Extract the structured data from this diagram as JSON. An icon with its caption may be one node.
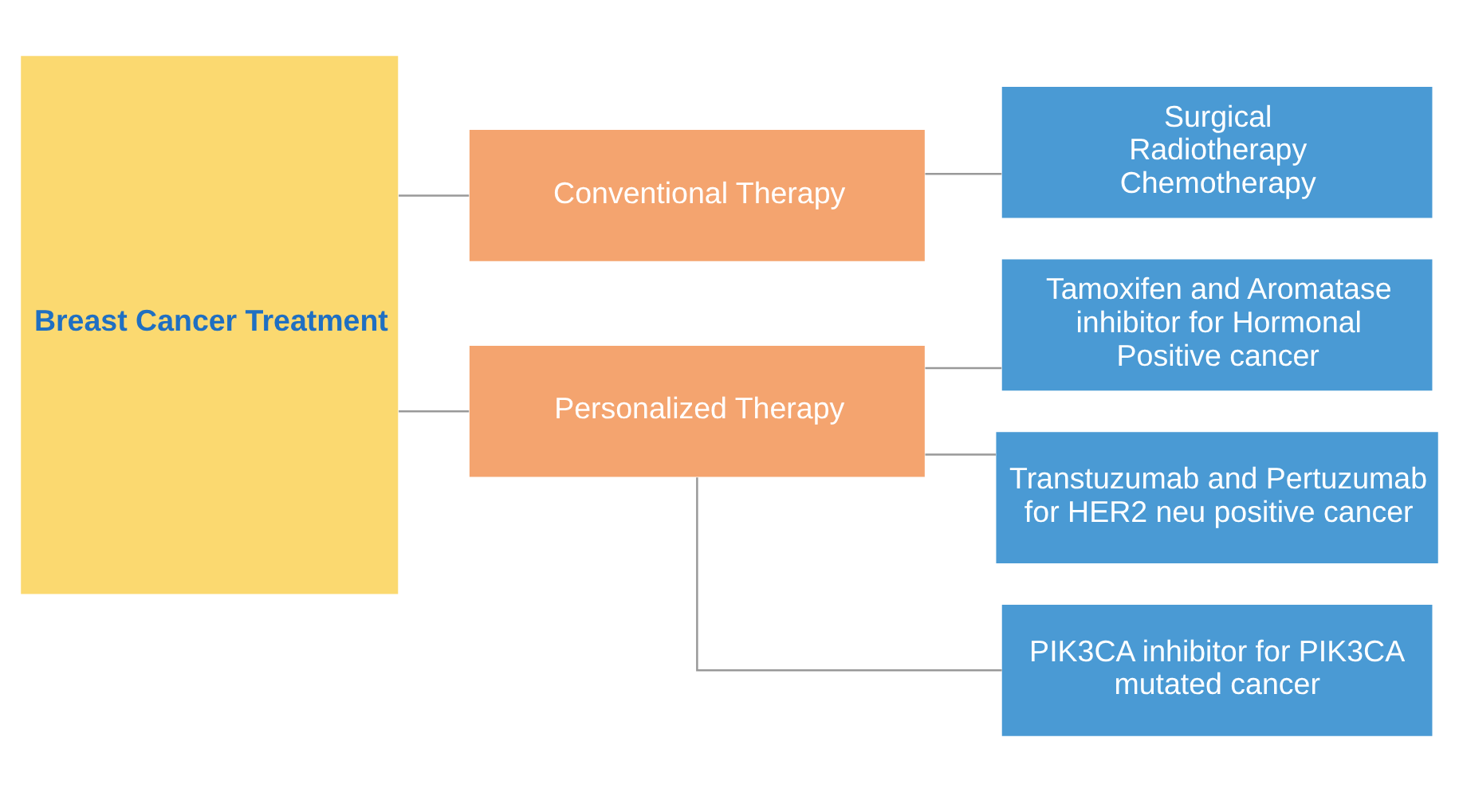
{
  "diagram": {
    "nodes": [
      {
        "text": [
          "Breast Cancer Treatment"
        ]
      },
      {
        "text": [
          "Conventional Therapy"
        ]
      },
      {
        "text": [
          "Personalized Therapy"
        ]
      },
      {
        "text": [
          "Surgical",
          "Radiotherapy",
          "Chemotherapy"
        ]
      },
      {
        "text": [
          "Tamoxifen and Aromatase inhibitor for Hormonal Positive cancer"
        ]
      },
      {
        "text": [
          "Transtuzumab and Pertuzumab for HER2 neu positive cancer"
        ]
      },
      {
        "text": [
          "PIK3CA inhibitor for PIK3CA mutated cancer"
        ]
      }
    ],
    "edges": [
      {
        "from": 0,
        "to": 1,
        "arrow": "none"
      },
      {
        "from": 0,
        "to": 2,
        "arrow": "none"
      },
      {
        "from": 1,
        "to": 3,
        "arrow": "none"
      },
      {
        "from": 2,
        "to": 4,
        "arrow": "none"
      },
      {
        "from": 2,
        "to": 5,
        "arrow": "none"
      },
      {
        "from": 2,
        "to": 6,
        "arrow": "none"
      }
    ]
  }
}
